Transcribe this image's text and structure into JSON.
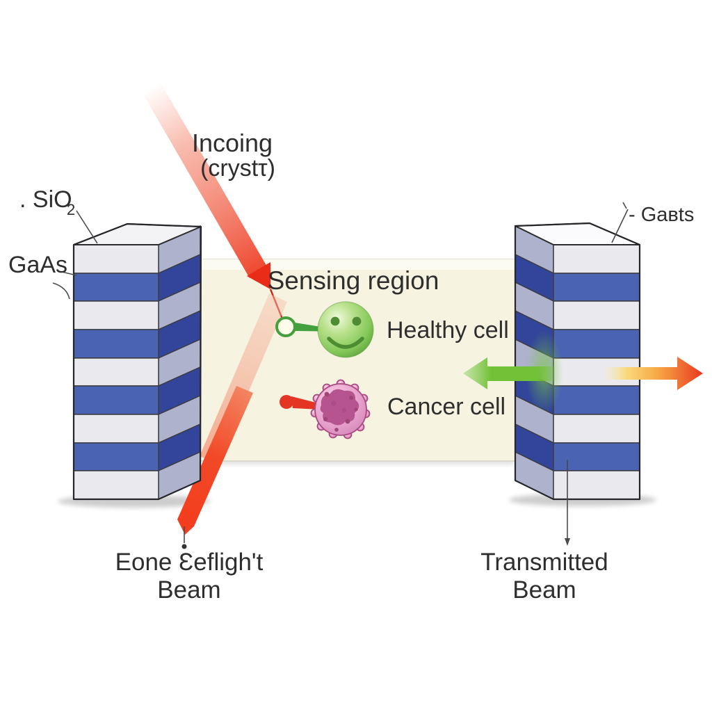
{
  "diagram": {
    "type": "photonic-crystal biosensor schematic",
    "incoming_label_line1": "Incoing",
    "incoming_label_line2": "(crystτ)",
    "labels": {
      "sio2": ". SiO",
      "sio2_sub": "2",
      "gaas_left": "GaAs",
      "gaas_right": "- Gaʙts",
      "sensing_region": "Sensing region",
      "healthy_cell": "Healthy cell",
      "cancer_cell": "Cancer cell",
      "reflected_line1": "Eone Ɛefligh't",
      "reflected_line2": "Beam",
      "transmitted_line1": "Transmitted",
      "transmitted_line2": "Beam"
    },
    "structure": {
      "stacks": 2,
      "layers_per_stack": 9,
      "layer_pattern": "alternating white (SiO2) and blue (GaAs), white on top and bottom"
    },
    "icons": {
      "healthy_cell_icon": "green-smiley-cell",
      "cancer_cell_icon": "pink-tumor-cell",
      "healthy_marker_icon": "green-ring-pointer",
      "cancer_marker_icon": "red-dot-pointer",
      "incoming_beam_icon": "red-diagonal-arrow",
      "reflected_beam_icon": "orange-red-diagonal-stripe",
      "returned_arrow_icon": "green-left-arrow",
      "transmitted_arrow_icon": "yellow-to-red-right-arrow"
    },
    "colors": {
      "background": "#ffffff",
      "layer_white_front": "#e9e9ee",
      "layer_blue_front": "#4a63b2",
      "layer_white_side": "#aeb2cc",
      "layer_blue_side": "#32459a",
      "top_face_left": "#f3f3f6",
      "top_face_right": "#fbfbfd",
      "outline": "#26262a",
      "sensing_box": "#f6f3e1",
      "sensing_box_top_band": "#fcfbf2",
      "beam_red": "#ee3d24",
      "reflected_red": "#f23d1e",
      "green_arrow": "#72c136",
      "transmitted_yellow": "#f9da7e",
      "transmitted_orange": "#f6a844",
      "transmitted_red": "#e93820",
      "healthy_green": "#84c858",
      "cancer_pink": "#eeaed4",
      "cancer_outline": "#a84a80",
      "marker_green": "#44a03c",
      "marker_red": "#e43524",
      "text": "#2e2e2e"
    }
  }
}
